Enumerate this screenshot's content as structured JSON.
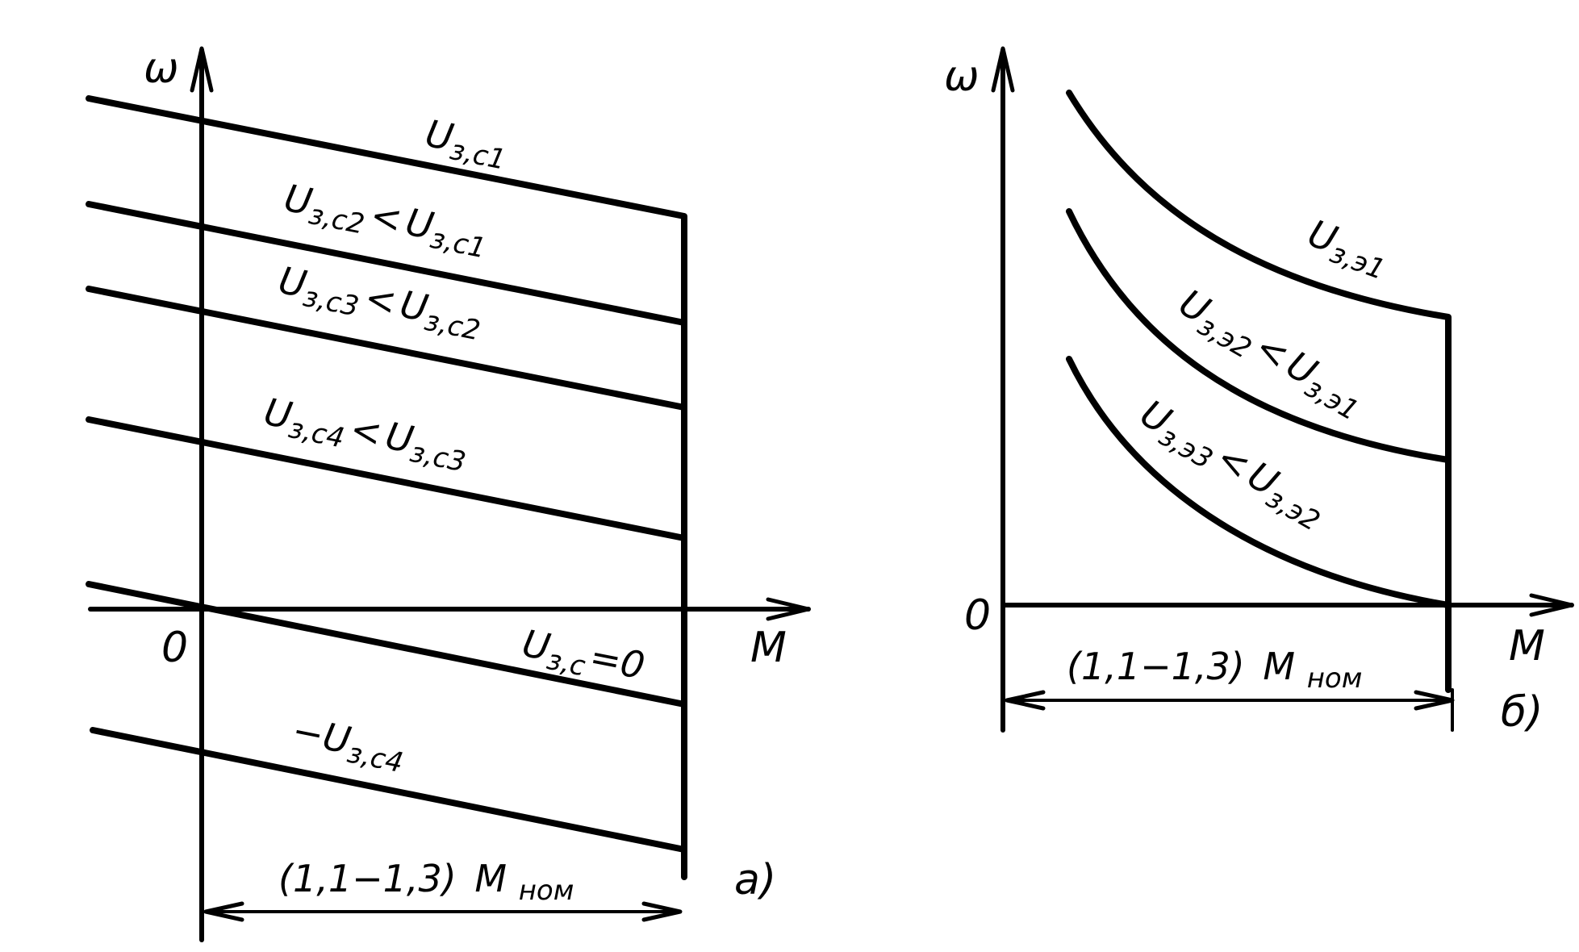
{
  "panel_a": {
    "y_axis_label": "ω",
    "x_axis_label": "M",
    "origin_label": "0",
    "panel_label": "a)",
    "range_label": "(1,1−1,3)",
    "range_symbol": "M",
    "range_subscript": "ном",
    "lines": [
      {
        "label": "U",
        "sub": "з,с1"
      },
      {
        "label": "U",
        "sub": "з,с2",
        "rel": "<",
        "label2": "U",
        "sub2": "з,с1"
      },
      {
        "label": "U",
        "sub": "з,с3",
        "rel": "<",
        "label2": "U",
        "sub2": "з,с2"
      },
      {
        "label": "U",
        "sub": "з,с4",
        "rel": "<",
        "label2": "U",
        "sub2": "з,с3"
      },
      {
        "label": "U",
        "sub": "з,с",
        "rel": "=0"
      },
      {
        "label": "−U",
        "sub": "з,с4"
      }
    ]
  },
  "panel_b": {
    "y_axis_label": "ω",
    "x_axis_label": "M",
    "origin_label": "0",
    "panel_label": "б)",
    "range_label": "(1,1−1,3)",
    "range_symbol": "M",
    "range_subscript": "ном",
    "curves": [
      {
        "label": "U",
        "sub": "з,э1"
      },
      {
        "label": "U",
        "sub": "з,э2",
        "rel": "<",
        "label2": "U",
        "sub2": "з,э1"
      },
      {
        "label": "U",
        "sub": "з,э3",
        "rel": "<",
        "label2": "U",
        "sub2": "з,э2"
      }
    ]
  }
}
